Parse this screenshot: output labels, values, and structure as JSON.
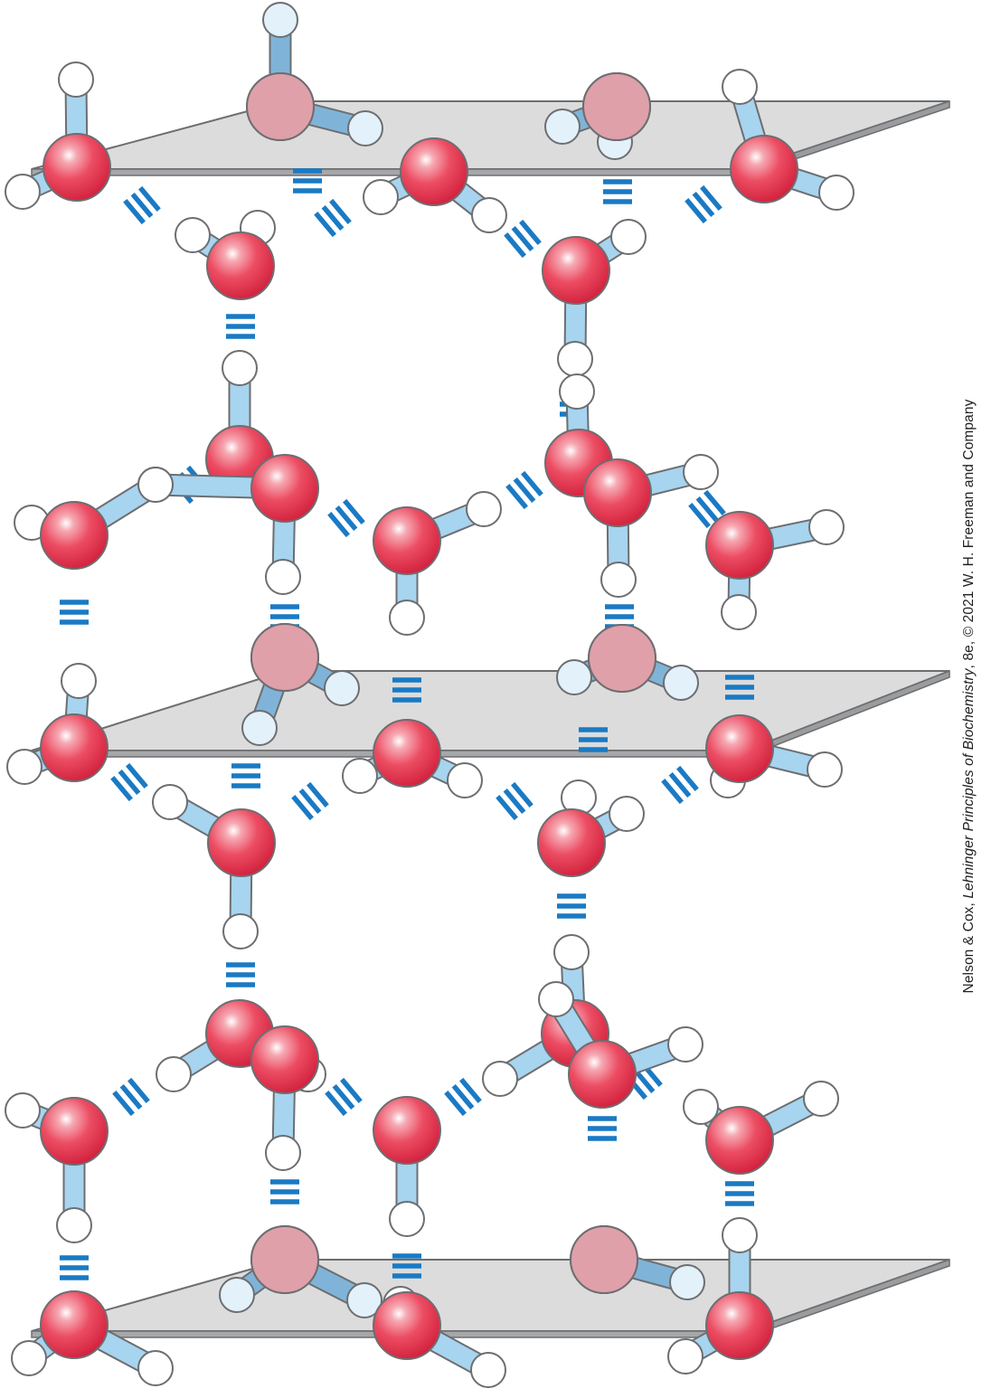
{
  "figure": {
    "credit": {
      "prefix": "Nelson & Cox, ",
      "book": "Lehninger Principles of Biochemistry",
      "suffix": ", 8e, © 2021 W. H. Freeman and Company"
    }
  },
  "colors": {
    "oxygen": "#e8334a",
    "oxygen_highlight": "#ffffff",
    "hydrogen": "#ffffff",
    "bond": "#a7d4ef",
    "hbond": "#1a7ac4",
    "plane": "#dcdcdc",
    "outline": "#6d6e71"
  },
  "icons": {
    "oxygen_atom": "oxygen-atom-icon",
    "hydrogen_atom": "hydrogen-atom-icon",
    "hydrogen_bond": "hydrogen-bond-icon"
  }
}
